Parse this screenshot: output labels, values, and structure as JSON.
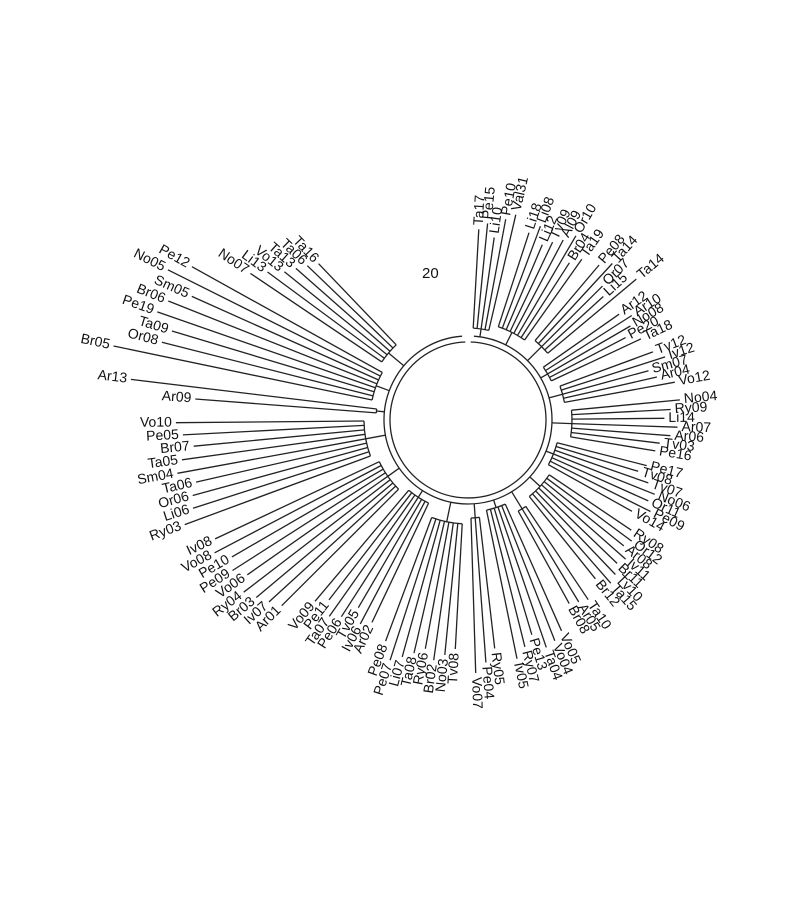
{
  "tree": {
    "type": "circular-phylogenetic-tree",
    "line_color": "#222222",
    "background_color": "#ffffff",
    "inner_label": "20",
    "groups": [
      {
        "leaves": [
          "Ta17",
          "Pe15",
          "Li10",
          "Pe10",
          "Val31"
        ],
        "depths": [
          0.3,
          0.32,
          0.28,
          0.34,
          0.36
        ]
      },
      {
        "leaves": [
          "Li18",
          "Li08",
          "Li12",
          "Tv09",
          "Al09",
          "Or10",
          "Br04",
          "Ta19"
        ],
        "depths": [
          0.3,
          0.33,
          0.28,
          0.3,
          0.32,
          0.35,
          0.27,
          0.3
        ]
      },
      {
        "leaves": [
          "Pe08",
          "Ta14",
          "Or07",
          "Li15",
          "Ta14"
        ],
        "depths": [
          0.3,
          0.33,
          0.26,
          0.24,
          0.35
        ]
      },
      {
        "leaves": [
          "Ar12",
          "Ar10",
          "No08",
          "Pe20",
          "Ta18"
        ],
        "depths": [
          0.28,
          0.31,
          0.29,
          0.26,
          0.3
        ]
      },
      {
        "leaves": [
          "Tv12",
          "Iv12",
          "Sm07",
          "Ar04",
          "Vo12"
        ],
        "depths": [
          0.3,
          0.33,
          0.27,
          0.29,
          0.34
        ]
      },
      {
        "leaves": [
          "No04",
          "Ry09",
          "Li14",
          "Ar07",
          "Ar06",
          "Tv03",
          "Pe16"
        ],
        "depths": [
          0.33,
          0.3,
          0.28,
          0.32,
          0.3,
          0.27,
          0.26
        ]
      },
      {
        "leaves": [
          "Pe17",
          "Tv08",
          "Tv07",
          "No06",
          "Or11",
          "Pe09",
          "Vo14"
        ],
        "depths": [
          0.28,
          0.26,
          0.3,
          0.33,
          0.32,
          0.34,
          0.29
        ]
      },
      {
        "leaves": [
          "Ry08",
          "Or12",
          "Ar08",
          "Iv11",
          "Br11",
          "Tv10",
          "Ta15",
          "Br12"
        ],
        "depths": [
          0.3,
          0.32,
          0.31,
          0.34,
          0.33,
          0.35,
          0.36,
          0.32
        ]
      },
      {
        "leaves": [
          "Ta10",
          "Ar05",
          "Br08"
        ],
        "depths": [
          0.34,
          0.33,
          0.32
        ]
      },
      {
        "leaves": [
          "Vo05",
          "Vo04",
          "Ta04",
          "Pe13",
          "Ry07",
          "Iv05"
        ],
        "depths": [
          0.42,
          0.44,
          0.45,
          0.4,
          0.43,
          0.46
        ]
      },
      {
        "leaves": [
          "Ry05",
          "Pe04",
          "Vo07"
        ],
        "depths": [
          0.4,
          0.44,
          0.47
        ]
      },
      {
        "leaves": [
          "Tv08",
          "No03",
          "Br02",
          "Ry06",
          "Ta08",
          "Li07",
          "Pe07",
          "Pe08"
        ],
        "depths": [
          0.38,
          0.4,
          0.42,
          0.39,
          0.41,
          0.43,
          0.45,
          0.4
        ]
      },
      {
        "leaves": [
          "Ar02",
          "Iv06",
          "Tv05",
          "Pe06",
          "Ta07",
          "Pe11",
          "Vo09"
        ],
        "depths": [
          0.4,
          0.42,
          0.38,
          0.43,
          0.45,
          0.41,
          0.44
        ]
      },
      {
        "leaves": [
          "Ar01",
          "Iv07",
          "Br03",
          "Ry04",
          "Vo06",
          "Pe09",
          "Pe10",
          "Vo08",
          "Iv08"
        ],
        "depths": [
          0.5,
          0.52,
          0.54,
          0.56,
          0.52,
          0.55,
          0.53,
          0.57,
          0.55
        ]
      },
      {
        "leaves": [
          "Ry03",
          "Li06",
          "Or06",
          "Ta06",
          "Sm04",
          "Ta05",
          "Br07",
          "Pe05",
          "Vo10"
        ],
        "depths": [
          0.6,
          0.56,
          0.55,
          0.53,
          0.58,
          0.56,
          0.52,
          0.55,
          0.57
        ]
      },
      {
        "leaves": [
          "Ar09",
          "Ar13"
        ],
        "depths": [
          0.55,
          0.75
        ]
      },
      {
        "leaves": [
          "Br05",
          "Or08",
          "Ta09",
          "Pe19",
          "Br06",
          "Sm05",
          "No05",
          "Pe12"
        ],
        "depths": [
          0.8,
          0.66,
          0.64,
          0.7,
          0.68,
          0.62,
          0.72,
          0.66
        ]
      },
      {
        "leaves": [
          "No07",
          "Li13",
          "Vo13",
          "Ta13",
          "Ta06",
          "Ta16"
        ],
        "depths": [
          0.48,
          0.44,
          0.4,
          0.38,
          0.36,
          0.34
        ]
      }
    ]
  }
}
